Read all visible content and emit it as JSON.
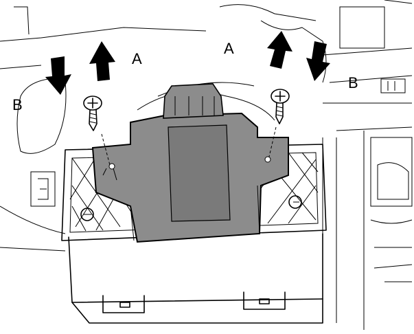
{
  "labels": {
    "left_b": "B",
    "left_a": "A",
    "right_a": "A",
    "right_b": "B"
  },
  "colors": {
    "module_fill": "#8c8c8c",
    "module_face": "#7a7a7a",
    "line": "#000000",
    "background": "#ffffff"
  }
}
